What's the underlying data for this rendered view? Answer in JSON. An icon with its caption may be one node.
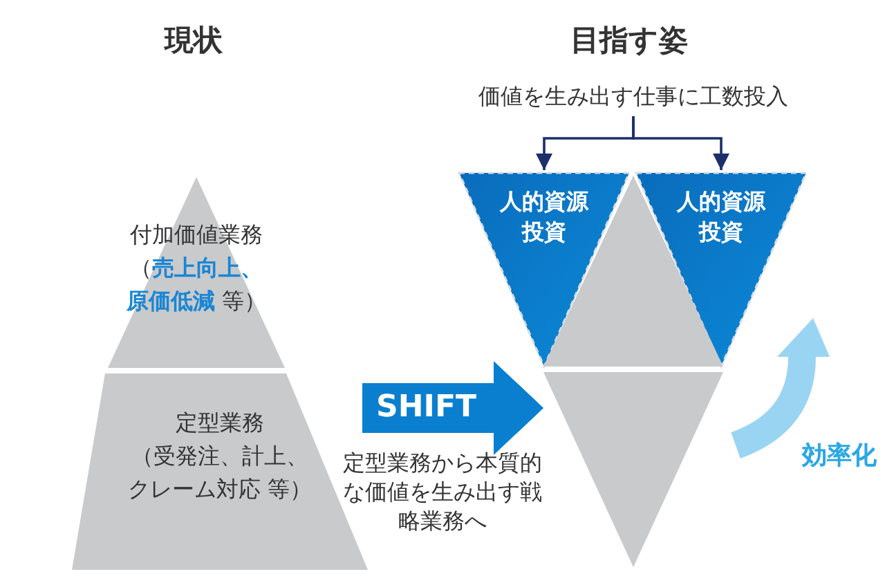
{
  "diagram": {
    "nodes": [
      {
        "text": [
          "付加価値業務",
          "（**売上向上、原価低減** 等）"
        ]
      },
      {
        "text": [
          "定型業務",
          "（受発注、計上、クレーム対応 等）"
        ]
      },
      {
        "text": [
          "価値を生み出す仕事に工数投入"
        ]
      },
      {
        "text": [
          "人的資源投資"
        ]
      },
      {
        "text": [
          "人的資源投資"
        ]
      },
      {
        "text": [],
        "shape": "triangle"
      },
      {
        "text": [],
        "shape": "triangle"
      }
    ],
    "edges": [
      {
        "from": 2,
        "to": 3,
        "arrow": "to"
      },
      {
        "from": 2,
        "to": 4,
        "arrow": "to"
      },
      {
        "from": 1,
        "to": 6,
        "arrow": "to",
        "label": "SHIFT",
        "style": "thick",
        "color": "#0b7fcf"
      }
    ],
    "labels": [
      "現状",
      "目指す姿",
      "定型業務から本質的な価値を生み出す戦略業務へ",
      "効率化"
    ]
  }
}
